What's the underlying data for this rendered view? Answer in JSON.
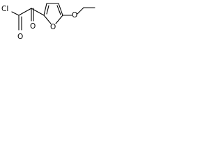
{
  "molecule": {
    "atoms": {
      "chlorine": "Cl",
      "carbonyl_oxygen": "O",
      "ketone_oxygen": "O",
      "ring_oxygen": "O",
      "ether_oxygen": "O"
    },
    "colors": {
      "bond": "#000000",
      "label": "#000000",
      "background": "#ffffff"
    }
  }
}
